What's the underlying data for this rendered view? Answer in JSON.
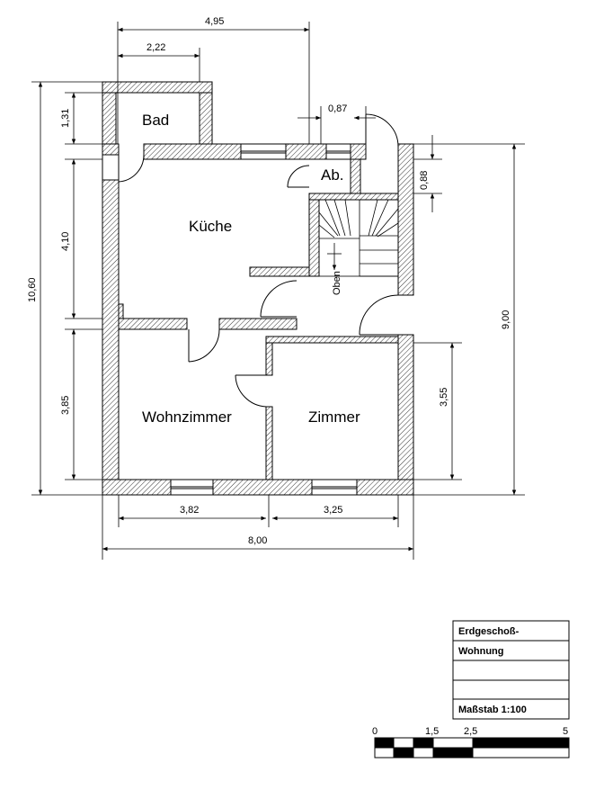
{
  "rooms": {
    "bad": "Bad",
    "kueche": "Küche",
    "abstell": "Ab.",
    "wohnzimmer": "Wohnzimmer",
    "zimmer": "Zimmer",
    "stair_label": "Oben"
  },
  "dimensions": {
    "top_total": "4,95",
    "top_bad": "2,22",
    "top_door": "0,87",
    "left_total": "10,60",
    "left_bad": "1,31",
    "left_kueche": "4,10",
    "left_wohn": "3,85",
    "right_total": "9,00",
    "right_entry": "0,88",
    "right_zimmer": "3,55",
    "bottom_wohn": "3,82",
    "bottom_zimmer": "3,25",
    "bottom_total": "8,00"
  },
  "title_block": {
    "line1": "Erdgeschoß-",
    "line2": "Wohnung",
    "line3": "",
    "line4": "",
    "scale": "Maßstab 1:100"
  },
  "scale_bar": {
    "labels": [
      "0",
      "1,5",
      "2,5",
      "5"
    ]
  }
}
